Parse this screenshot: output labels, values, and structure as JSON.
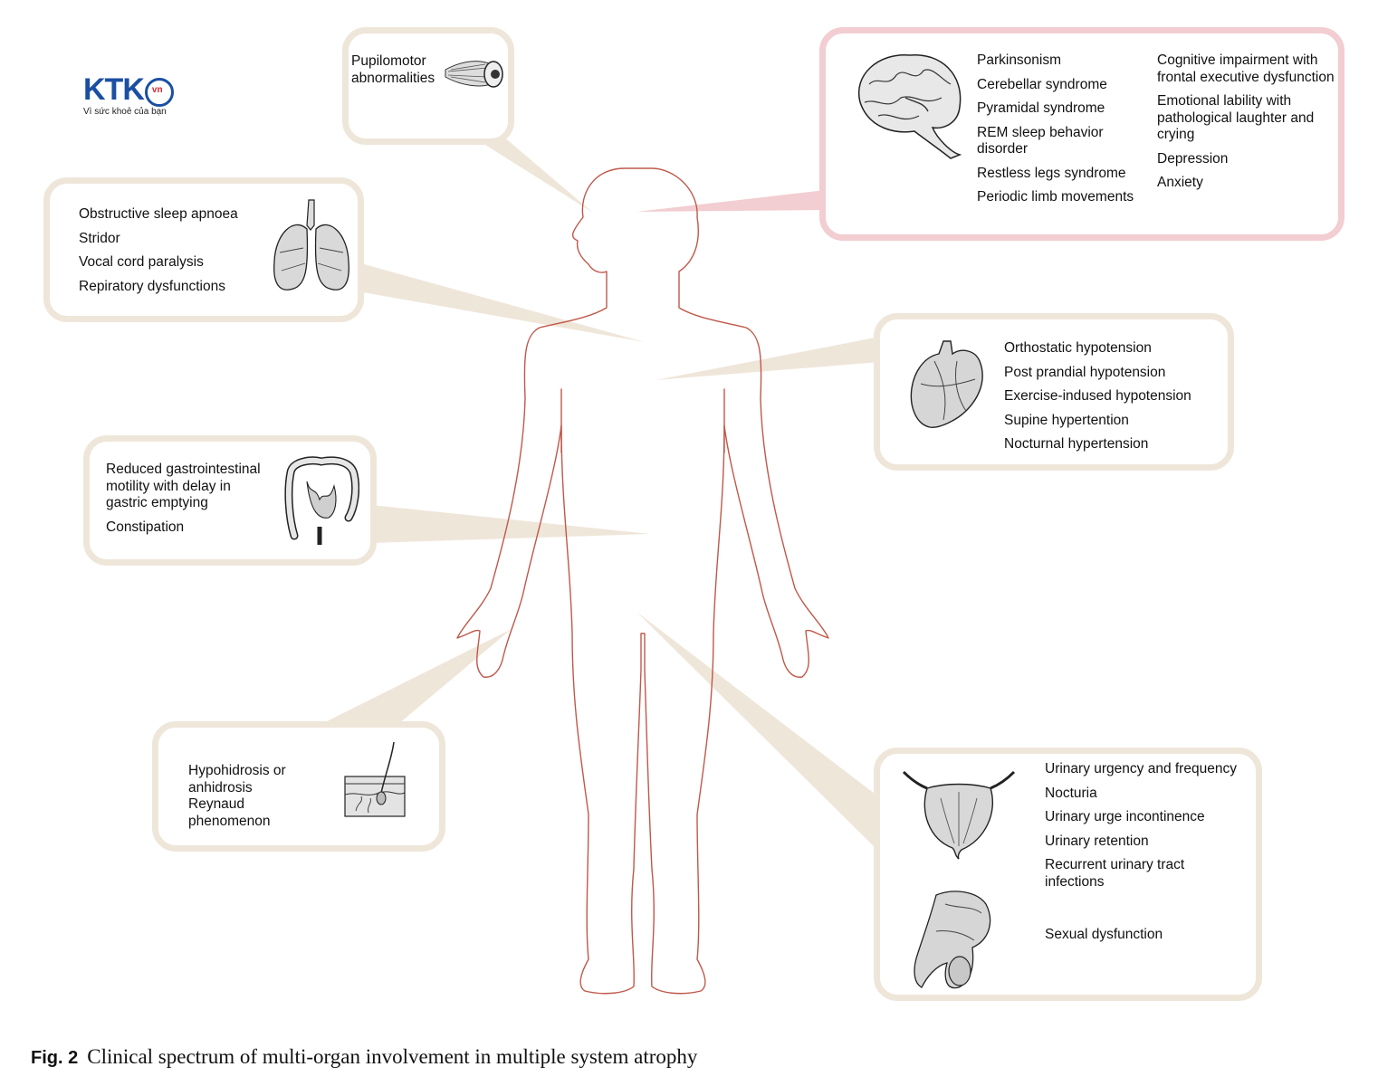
{
  "logo": {
    "brand": "KTK",
    "badge": "vn",
    "slogan": "Vì sức khoẻ của bạn"
  },
  "pupil": {
    "text": "Pupilomotor abnormalities",
    "icon": "eye-icon"
  },
  "brain": {
    "icon": "brain-icon",
    "col1": [
      "Parkinsonism",
      "Cerebellar syndrome",
      "Pyramidal syndrome",
      "REM sleep behavior disorder",
      "Restless legs syndrome",
      "Periodic limb movements"
    ],
    "col2": [
      "Cognitive impairment  with frontal executive dysfunction",
      "Emotional lability with pathological laughter and crying",
      "Depression",
      "Anxiety"
    ]
  },
  "lungs": {
    "icon": "lungs-icon",
    "items": [
      "Obstructive sleep apnoea",
      "Stridor",
      "Vocal cord paralysis",
      "Repiratory dysfunctions"
    ]
  },
  "heart": {
    "icon": "heart-icon",
    "items": [
      "Orthostatic hypotension",
      "Post prandial hypotension",
      "Exercise-indused hypotension",
      "Supine hypertention",
      "Nocturnal hypertension"
    ]
  },
  "gut": {
    "icon": "intestine-icon",
    "items": [
      "Reduced gastrointestinal motility with delay in gastric emptying",
      "Constipation"
    ]
  },
  "skin": {
    "icon": "skin-icon",
    "items": [
      "Hypohidrosis or anhidrosis",
      "Reynaud phenomenon"
    ]
  },
  "urogenital": {
    "icons": [
      "bladder-icon",
      "genital-icon"
    ],
    "items": [
      "Urinary urgency and frequency",
      "Nocturia",
      "Urinary urge incontinence",
      "Urinary retention",
      "Recurrent urinary tract infections"
    ],
    "sexual": "Sexual dysfunction"
  },
  "caption": {
    "label": "Fig. 2",
    "text": "Clinical spectrum of multi-organ involvement in multiple system atrophy"
  },
  "colors": {
    "box_border": "#efe6da",
    "brain_border": "#f2cdd1",
    "body_outline": "#c0584a",
    "logo_blue": "#1b4fa3",
    "logo_red": "#e2232a"
  }
}
